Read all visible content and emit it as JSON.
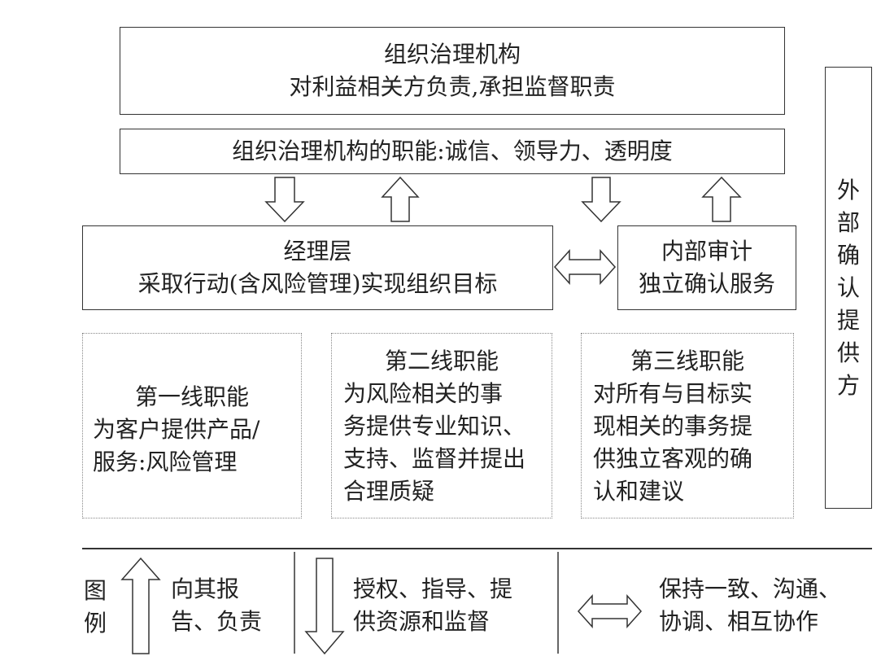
{
  "governing_body": {
    "title": "组织治理机构",
    "subtitle": "对利益相关方负责,承担监督职责"
  },
  "governing_functions": "组织治理机构的职能:诚信、领导力、透明度",
  "management": {
    "title": "经理层",
    "subtitle": "采取行动(含风险管理)实现组织目标"
  },
  "internal_audit": {
    "title": "内部审计",
    "subtitle": "独立确认服务"
  },
  "external_assurance": "外部确认提供方",
  "first_line": {
    "title": "第一线职能",
    "lines": [
      "为客户提供产品/",
      "服务:风险管理"
    ]
  },
  "second_line": {
    "title": "第二线职能",
    "lines": [
      "为风险相关的事",
      "务提供专业知识、",
      "支持、监督并提出",
      "合理质疑"
    ]
  },
  "third_line": {
    "title": "第三线职能",
    "lines": [
      "对所有与目标实",
      "现相关的事务提",
      "供独立客观的确",
      "认和建议"
    ]
  },
  "legend": {
    "label": [
      "图",
      "例"
    ],
    "up": [
      "向其报",
      "告、负责"
    ],
    "down": [
      "授权、指导、提",
      "供资源和监督"
    ],
    "both": [
      "保持一致、沟通、",
      "协调、相互协作"
    ]
  }
}
